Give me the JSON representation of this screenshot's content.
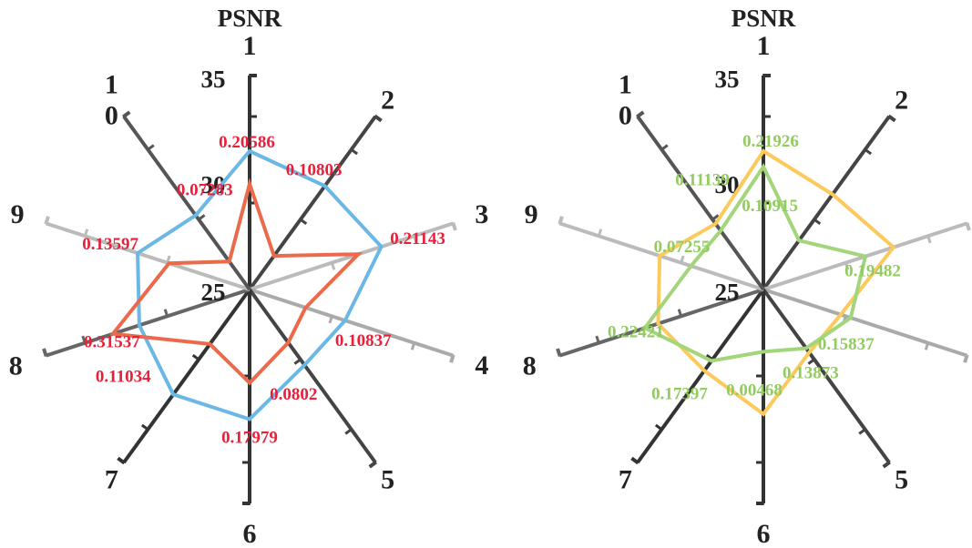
{
  "chart_data": [
    {
      "type": "radar",
      "title": "PSNR",
      "axes": [
        "1",
        "2",
        "3",
        "4",
        "5",
        "6",
        "7",
        "8",
        "9",
        "1\n0"
      ],
      "rlim": [
        25,
        35
      ],
      "ticks": [
        "25",
        "30",
        "35"
      ],
      "colors": {
        "series_a": "#6cb8e4",
        "series_b": "#ec6a4c",
        "labels": "#e8203a"
      },
      "series": [
        {
          "values": [
            33.0,
            32.4,
            33.0,
            30.8,
            30.4,
            32.5,
            32.5,
            31.7,
            31.8,
            30.3
          ]
        },
        {
          "values": [
            31.1,
            27.4,
            31.6,
            28.4,
            28.8,
            30.4,
            28.9,
            33.3,
            29.9,
            27.0
          ]
        }
      ],
      "data_labels": [
        "0.20586",
        "0.10803",
        "0.21143",
        "0.10837",
        "0.0802",
        "0.17979",
        "0.11034",
        "0.31537",
        "0.13597",
        "0.07283"
      ]
    },
    {
      "type": "radar",
      "title": "PSNR",
      "axes": [
        "1",
        "2",
        "3",
        "4",
        "5",
        "6",
        "7",
        "8",
        "9",
        "1\n0"
      ],
      "rlim": [
        25,
        35
      ],
      "ticks": [
        "25",
        "30",
        "35"
      ],
      "colors": {
        "series_a": "#fcca5c",
        "series_b": "#a3d57a",
        "labels": "#92cc5e"
      },
      "series": [
        {
          "values": [
            33.0,
            31.8,
            32.9,
            29.7,
            29.5,
            32.2,
            30.8,
            31.4,
            31.3,
            29.7
          ]
        },
        {
          "values": [
            32.1,
            28.5,
            31.2,
            30.3,
            29.2,
            28.6,
            30.1,
            32.2,
            29.4,
            29.2
          ]
        }
      ],
      "data_labels": [
        "0.21926",
        "0.10915",
        "0.19482",
        "0.15837",
        "0.13873",
        "0.00468",
        "0.17397",
        "0.22421",
        "0.07255",
        "0.11139"
      ]
    }
  ]
}
